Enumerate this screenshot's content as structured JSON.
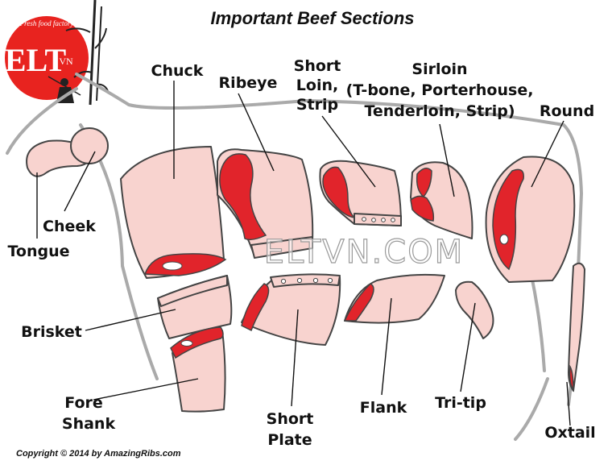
{
  "title": "Important Beef Sections",
  "copyright": "Copyright © 2014 by AmazingRibs.com",
  "watermark": "ELTVN.COM",
  "logo": {
    "tagline": "Fresh food factory",
    "letters": "ELT",
    "sub": "VN"
  },
  "labels": {
    "chuck": "Chuck",
    "ribeye": "Ribeye",
    "short_loin_lines": [
      "Short",
      "Loin,",
      "Strip"
    ],
    "sirloin_lines": [
      "Sirloin",
      "(T-bone, Porterhouse,",
      "Tenderloin, Strip)"
    ],
    "round": "Round",
    "cheek": "Cheek",
    "tongue": "Tongue",
    "brisket": "Brisket",
    "fore_shank_lines": [
      "Fore",
      "Shank"
    ],
    "short_plate_lines": [
      "Short",
      "Plate"
    ],
    "flank": "Flank",
    "tri_tip": "Tri-tip",
    "oxtail": "Oxtail"
  },
  "colors": {
    "fat": "#f8d3cf",
    "meat": "#e1242b",
    "outline": "#444444",
    "cow_outline": "#aaaaaa",
    "logo_red": "#e8231f"
  }
}
